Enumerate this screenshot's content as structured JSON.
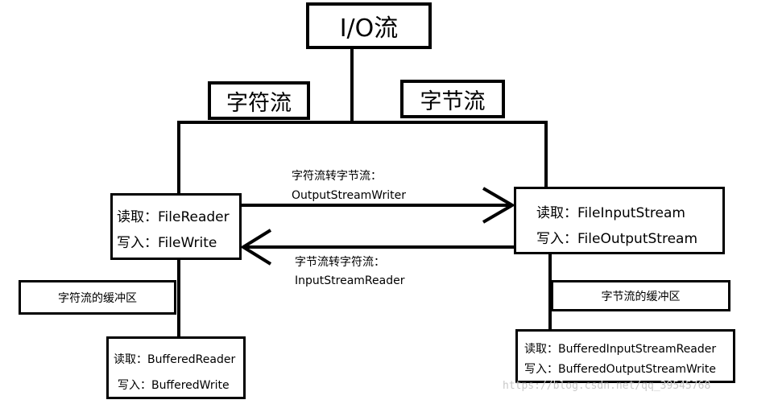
{
  "titles": {
    "io": "I/O流",
    "char_stream": "字符流",
    "byte_stream": "字节流"
  },
  "char_node": {
    "read": "读取：FileReader",
    "write": "写入：FileWrite"
  },
  "byte_node": {
    "read": "读取：FileInputStream",
    "write": "写入：FileOutputStream"
  },
  "conversions": {
    "char_to_byte_title": "字符流转字节流：",
    "char_to_byte_class": "OutputStreamWriter",
    "byte_to_char_title": "字节流转字符流：",
    "byte_to_char_class": "InputStreamReader"
  },
  "buffers": {
    "char_buffer": "字符流的缓冲区",
    "byte_buffer": "字节流的缓冲区"
  },
  "char_buffered": {
    "read": "读取：BufferedReader",
    "write": "写入：BufferedWrite"
  },
  "byte_buffered": {
    "read": "读取：BufferedInputStreamReader",
    "write": "写入：BufferedOutputStreamWrite"
  },
  "watermark": "https://blog.csdn.net/qq_39545768"
}
